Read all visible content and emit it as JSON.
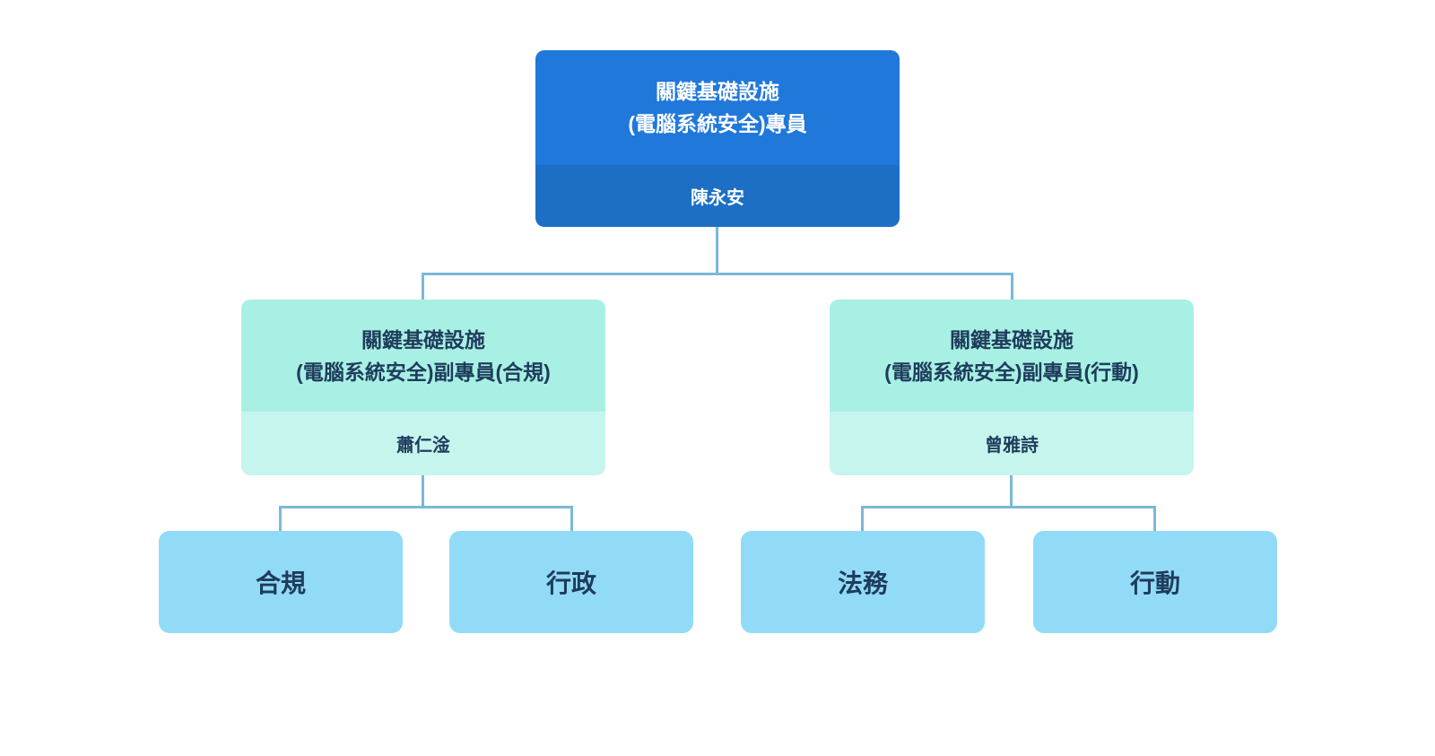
{
  "colors": {
    "root_title_bg": "#2078DB",
    "root_name_bg": "#1C6FC5",
    "root_text": "#FFFFFF",
    "manager_title_bg": "#A8F0E3",
    "manager_name_bg": "#C6F5EE",
    "dept_bg": "#92DBF7",
    "dark_text": "#1E3C5C",
    "connector": "#7BB8D8",
    "background": "#FFFFFF"
  },
  "org_chart": {
    "root": {
      "title_line1": "關鍵基礎設施",
      "title_line2": "(電腦系統安全)專員",
      "name": "陳永安"
    },
    "managers": [
      {
        "title_line1": "關鍵基礎設施",
        "title_line2": "(電腦系統安全)副專員(合規)",
        "name": "蕭仁淦",
        "departments": [
          "合規",
          "行政"
        ]
      },
      {
        "title_line1": "關鍵基礎設施",
        "title_line2": "(電腦系統安全)副專員(行動)",
        "name": "曾雅詩",
        "departments": [
          "法務",
          "行動"
        ]
      }
    ]
  }
}
